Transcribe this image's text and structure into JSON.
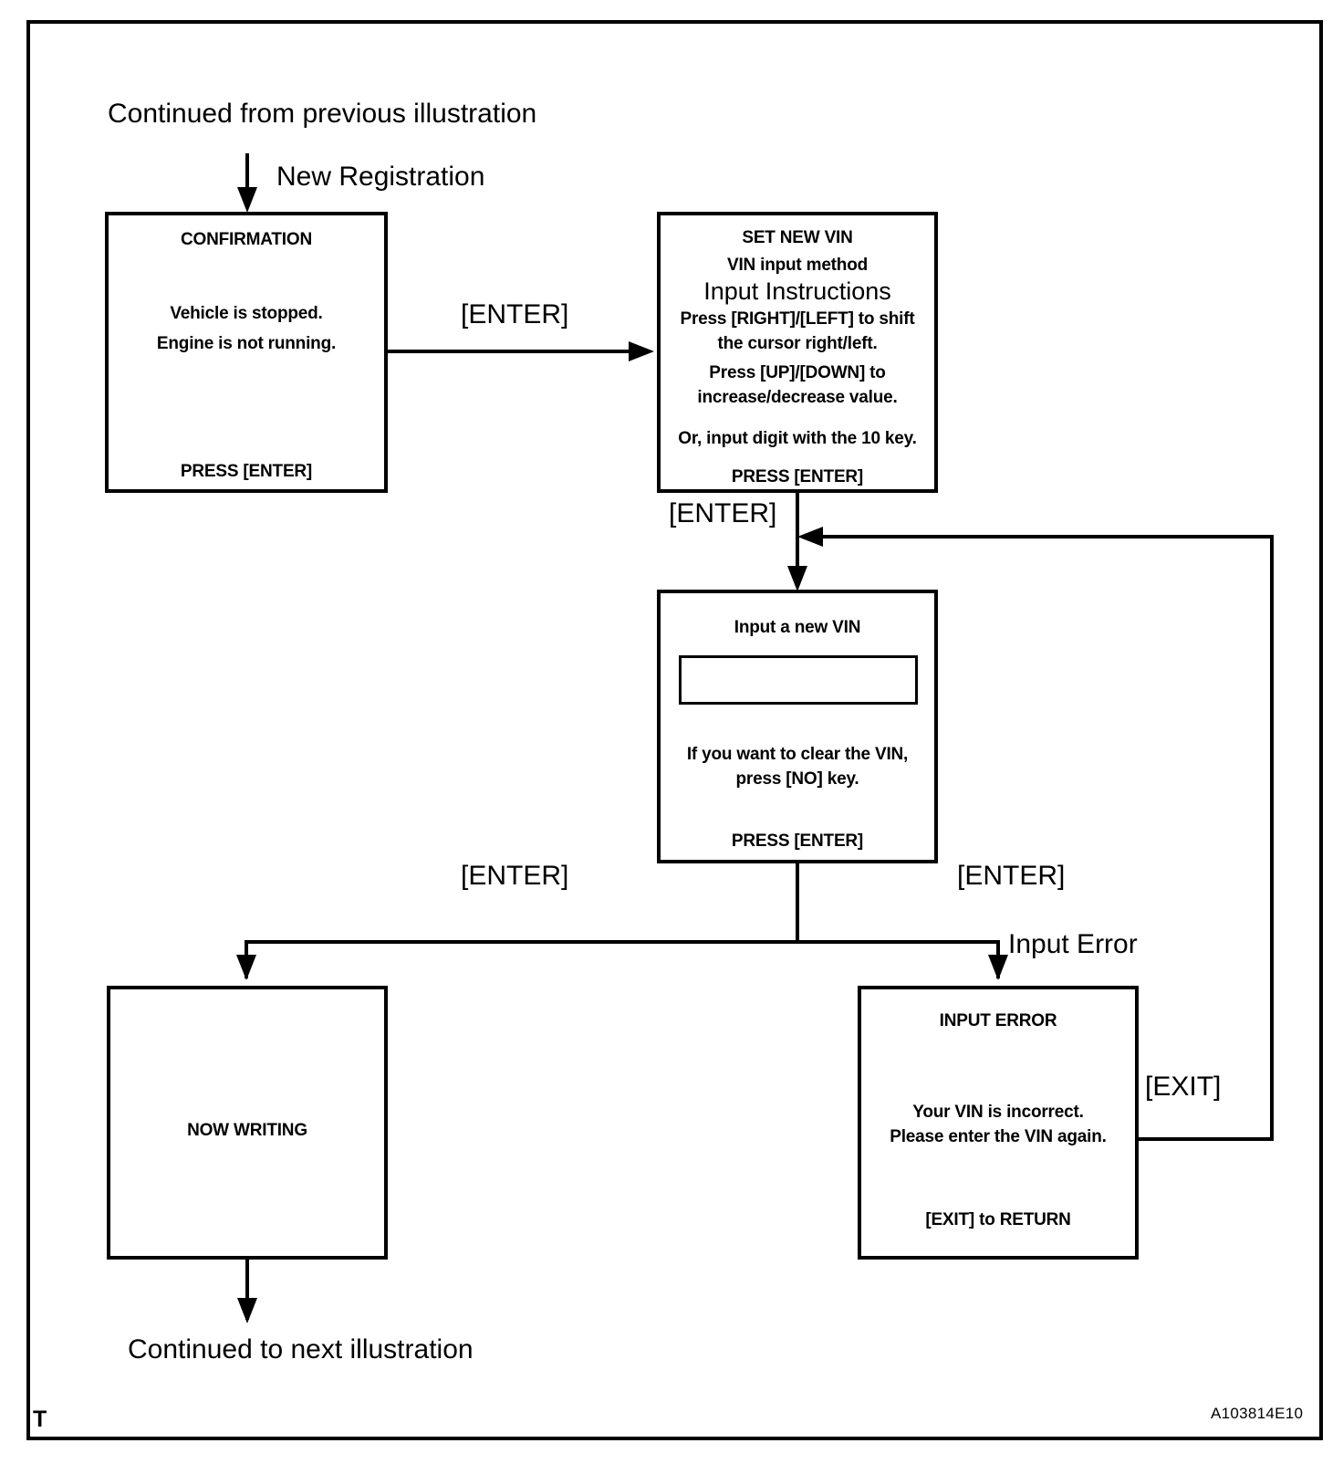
{
  "figure": {
    "page_marker": "T",
    "figure_code": "A103814E10",
    "top_note": "Continued from previous illustration",
    "bottom_note": "Continued to next illustration"
  },
  "labels": {
    "new_registration": "New Registration",
    "enter_to_setvin": "[ENTER]",
    "enter_to_inputvin": "[ENTER]",
    "enter_left": "[ENTER]",
    "enter_right": "[ENTER]",
    "input_error": "Input Error",
    "exit": "[EXIT]"
  },
  "screens": {
    "confirmation": {
      "title": "CONFIRMATION",
      "body_line_1": "Vehicle is stopped.",
      "body_line_2": "Engine is not running.",
      "footer": "PRESS [ENTER]"
    },
    "set_new_vin": {
      "title": "SET NEW VIN",
      "subtitle": "VIN input method",
      "heading": "Input Instructions",
      "instruction_1a": "Press [RIGHT]/[LEFT] to shift",
      "instruction_1b": "the cursor right/left.",
      "instruction_2a": "Press [UP]/[DOWN]  to",
      "instruction_2b": "increase/decrease value.",
      "instruction_3": "Or, input digit with the 10 key.",
      "footer": "PRESS [ENTER]"
    },
    "input_new_vin": {
      "title": "Input a new VIN",
      "field_value": "",
      "hint_line_1": "If you want to clear the VIN,",
      "hint_line_2": "press [NO] key.",
      "footer": "PRESS [ENTER]"
    },
    "now_writing": {
      "title": "NOW WRITING"
    },
    "input_error": {
      "title": "INPUT  ERROR",
      "body_line_1": "Your VIN is incorrect.",
      "body_line_2": "Please enter the VIN again.",
      "footer": "[EXIT] to RETURN"
    }
  },
  "colors": {
    "ink": "#000000",
    "paper": "#ffffff"
  }
}
